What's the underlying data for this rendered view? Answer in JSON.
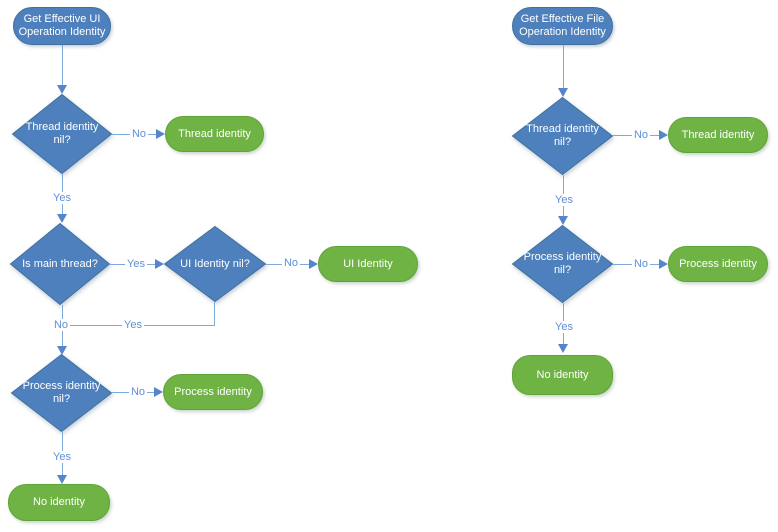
{
  "colors": {
    "decision_fill": "#4d80bc",
    "decision_border": "#40719e",
    "terminal_fill": "#6fb345",
    "terminal_border": "#5fa436",
    "connector_line": "#7fa8dc",
    "connector_arrow": "#5585cb",
    "connector_label": "#5e8fd5",
    "shape_text": "#ffffff",
    "background": "#ffffff"
  },
  "labels": {
    "yes": "Yes",
    "no": "No"
  },
  "left_flow": {
    "start": "Get Effective UI Operation Identity",
    "thread_decision": "Thread identity nil?",
    "thread_result": "Thread identity",
    "main_thread_decision": "Is main thread?",
    "ui_decision": "UI Identity nil?",
    "ui_result": "UI Identity",
    "process_decision": "Process identity nil?",
    "process_result": "Process identity",
    "no_identity_result": "No identity"
  },
  "right_flow": {
    "start": "Get Effective File Operation Identity",
    "thread_decision": "Thread identity nil?",
    "thread_result": "Thread identity",
    "process_decision": "Process identity nil?",
    "process_result": "Process identity",
    "no_identity_result": "No identity"
  }
}
